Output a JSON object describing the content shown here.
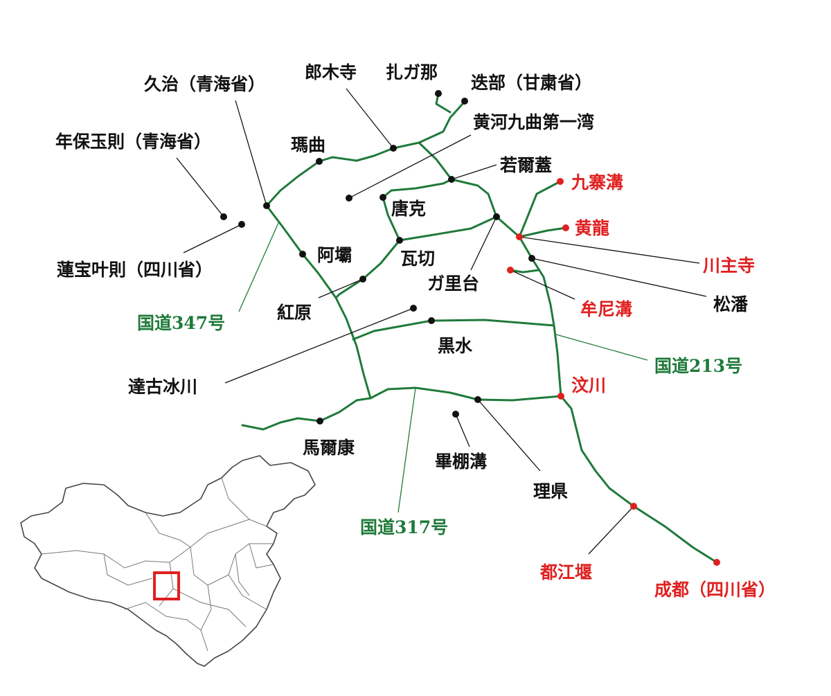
{
  "map": {
    "places": {
      "jiuzhi": "久治（青海省）",
      "langmusi": "郎木寺",
      "zhagana": "扎ガ那",
      "diebu": "迭部（甘粛省）",
      "huanghe": "黄河九曲第一湾",
      "nianbao": "年保玉則（青海省）",
      "maqu": "瑪曲",
      "ruoergai": "若爾蓋",
      "tangke": "唐克",
      "aba": "阿壩",
      "waqie": "瓦切",
      "galitai": "ガ里台",
      "lianbao": "蓮宝叶則（四川省）",
      "songpan": "松潘",
      "hongyuan": "紅原",
      "heishui": "黒水",
      "dagu": "達古冰川",
      "maerkang": "馬爾康",
      "bipeng": "畢棚溝",
      "lixian": "理県"
    },
    "highlighted": {
      "jiuzhaigou": "九寨溝",
      "huanglong": "黄龍",
      "chuanzhusi": "川主寺",
      "munigou": "牟尼溝",
      "wenchuan": "汶川",
      "dujiangyan": "都江堰",
      "chengdu": "成都（四川省）"
    },
    "roads": {
      "r347": "国道347号",
      "r213": "国道213号",
      "r317": "国道317号"
    },
    "colors": {
      "road": "#1f7a3a",
      "highlight": "#e02020",
      "text": "#111111"
    }
  }
}
